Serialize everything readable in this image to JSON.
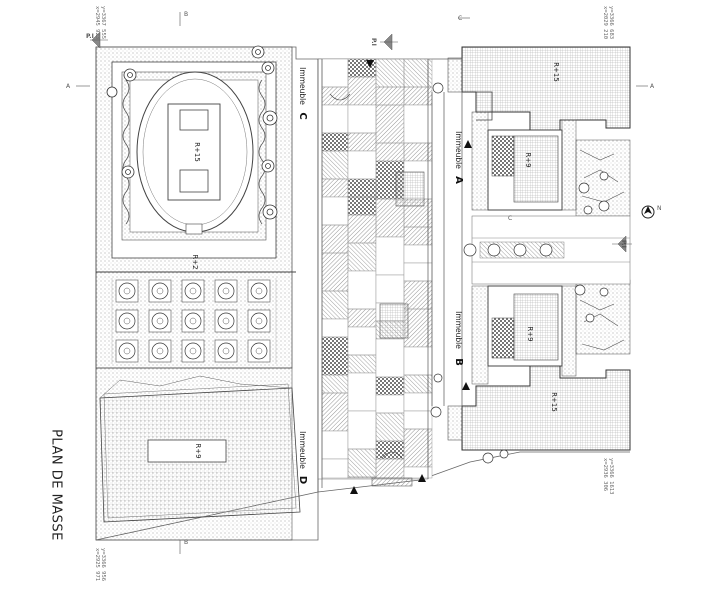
{
  "plan_title": "PLAN DE MASSE",
  "buildings": {
    "a": {
      "name": "Immeuble",
      "letter": "A",
      "tower": "R+15",
      "low": "R+9"
    },
    "b": {
      "name": "Immeuble",
      "letter": "B",
      "tower": "R+15",
      "low": "R+9"
    },
    "c": {
      "name": "Immeuble",
      "letter": "C",
      "level": "R+15",
      "garden_level": "R+2"
    },
    "d": {
      "name": "Immeuble",
      "letter": "D",
      "level": "R+9"
    }
  },
  "section_marks": {
    "a": "A",
    "b": "B",
    "c": "C",
    "p": "P.I"
  },
  "north": "N",
  "coords": {
    "top_left": [
      "x=2945 923",
      "y=3367 555"
    ],
    "top_right": [
      "x=2029 210",
      "y=3366 683"
    ],
    "bottom_left": [
      "x=2925 971",
      "y=3366 956"
    ],
    "bottom_right": [
      "x=2936 306",
      "y=3366 1613"
    ]
  },
  "colors": {
    "line": "#555555",
    "hatch": "#8a8a8a",
    "dark": "#222222"
  }
}
